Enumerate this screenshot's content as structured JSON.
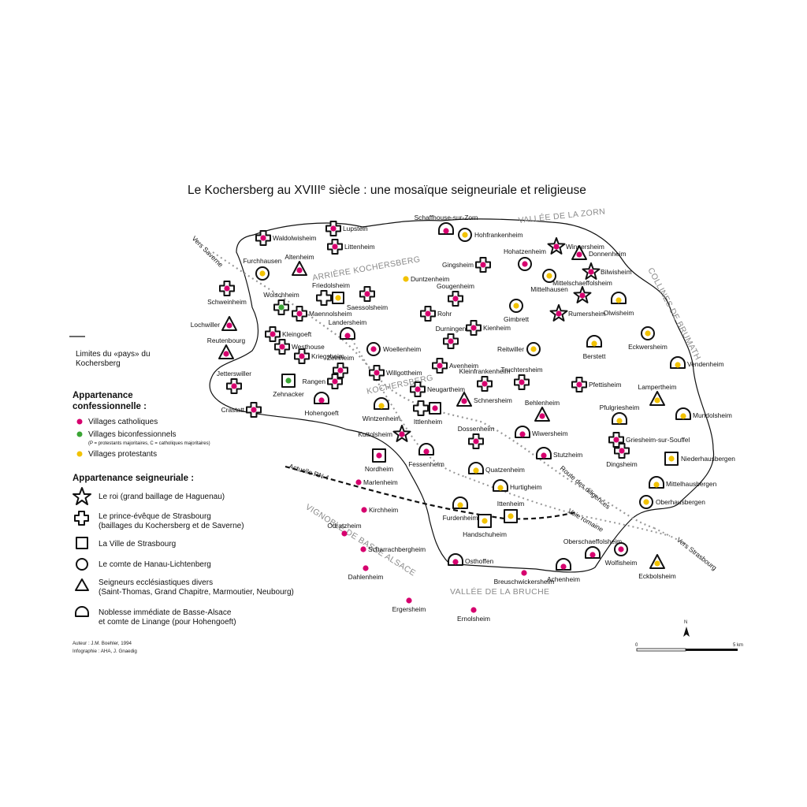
{
  "title": {
    "main": "Le Kochersberg au XVIII",
    "sup": "e",
    "rest": " siècle : une mosaïque seigneuriale et religieuse"
  },
  "colors": {
    "catholic": "#d6006e",
    "biconfessional": "#3aa535",
    "protestant": "#f2c200",
    "outline": "#111111",
    "region": "#8a8a8a"
  },
  "regions": {
    "vallee_zorn": "VALLÉE DE LA ZORN",
    "arriere_kochersberg": "ARRIÈRE KOCHERSBERG",
    "kochersberg": "KOCHERSBERG",
    "collines_brumath": "COLLINES DE BRUMATH",
    "vignoble": "VIGNOBLE DE BASSE ALSACE",
    "vallee_bruche": "VALLÉE DE LA BRUCHE"
  },
  "roads": {
    "vers_saverne": "Vers Saverne",
    "vers_strasbourg": "Vers Strasbourg",
    "rn4": "Actuelle RN 4",
    "diligences": "Route des diligences",
    "voie_romaine": "Voie romaine"
  },
  "legend": {
    "limits": "Limites du «pays» du",
    "limits2": "Kochersberg",
    "conf_head1": "Appartenance",
    "conf_head2": "confessionnelle :",
    "catholic": "Villages catholiques",
    "biconf": "Villages biconfessionnels",
    "biconf_note": "(P = protestants majoritaires, C = catholiques majoritaires)",
    "protestant": "Villages protestants",
    "seig_head": "Appartenance seigneuriale :",
    "roi": "Le roi (grand baillage de Haguenau)",
    "eveque1": "Le prince-évêque de Strasbourg",
    "eveque2": "(baillages du Kochersberg et de Saverne)",
    "ville": "La Ville de Strasbourg",
    "hanau": "Le comte de Hanau-Lichtenberg",
    "eccl1": "Seigneurs ecclésiastiques divers",
    "eccl2": "(Saint-Thomas, Grand Chapitre, Marmoutier, Neubourg)",
    "noblesse1": "Noblesse immédiate de Basse-Alsace",
    "noblesse2": "et comte de Linange (pour Hohengoeft)"
  },
  "credits": {
    "author": "Auteur : J.M. Boehler, 1994",
    "info": "Infographie : AHA, J. Gnaedig"
  },
  "scale": {
    "start": "0",
    "end": "5 km",
    "north": "N"
  },
  "villages": [
    {
      "name": "Lupstein",
      "sym": "cross",
      "conf": "c"
    },
    {
      "name": "Waldolwisheim",
      "sym": "cross",
      "conf": "c"
    },
    {
      "name": "Littenheim",
      "sym": "cross",
      "conf": "c"
    },
    {
      "name": "Schaffhouse-sur-Zorn",
      "sym": "dome",
      "conf": "c"
    },
    {
      "name": "Hohfrankenheim",
      "sym": "circle",
      "conf": "p"
    },
    {
      "name": "Wingersheim",
      "sym": "star",
      "conf": "c"
    },
    {
      "name": "Donnenheim",
      "sym": "triangle",
      "conf": "c"
    },
    {
      "name": "Furchhausen",
      "sym": "circle",
      "conf": "p"
    },
    {
      "name": "Altenheim",
      "sym": "triangle",
      "conf": "c"
    },
    {
      "name": "Gingsheim",
      "sym": "cross",
      "conf": "c"
    },
    {
      "name": "Hohatzenheim",
      "sym": "circle",
      "conf": "c"
    },
    {
      "name": "Bilwisheim",
      "sym": "star",
      "conf": "c"
    },
    {
      "name": "Friedolsheim",
      "sym": "crossbox",
      "conf": "p"
    },
    {
      "name": "Duntzenheim",
      "sym": "none",
      "conf": "p"
    },
    {
      "name": "Mittelhausen",
      "sym": "circle",
      "conf": "p"
    },
    {
      "name": "Mittelschaeffolsheim",
      "sym": "star",
      "conf": "c"
    },
    {
      "name": "Schweinheim",
      "sym": "cross",
      "conf": "c"
    },
    {
      "name": "Wolschheim",
      "sym": "cross",
      "conf": "b"
    },
    {
      "name": "Saessolsheim",
      "sym": "cross",
      "conf": "c"
    },
    {
      "name": "Gougenheim",
      "sym": "cross",
      "conf": "c"
    },
    {
      "name": "Olwisheim",
      "sym": "dome",
      "conf": "p"
    },
    {
      "name": "Maennolsheim",
      "sym": "cross",
      "conf": "c"
    },
    {
      "name": "Rohr",
      "sym": "cross",
      "conf": "c"
    },
    {
      "name": "Gimbrett",
      "sym": "circle",
      "conf": "p"
    },
    {
      "name": "Rumersheim",
      "sym": "star",
      "conf": "c"
    },
    {
      "name": "Lochwiller",
      "sym": "triangle",
      "conf": "c"
    },
    {
      "name": "Kleingoeft",
      "sym": "cross",
      "conf": "c"
    },
    {
      "name": "Landersheim",
      "sym": "dome",
      "conf": "c"
    },
    {
      "name": "Kienheim",
      "sym": "cross",
      "conf": "c"
    },
    {
      "name": "Reutenbourg",
      "sym": "triangle",
      "conf": "c"
    },
    {
      "name": "Westhouse",
      "sym": "cross",
      "conf": "c"
    },
    {
      "name": "Durningen",
      "sym": "cross",
      "conf": "c"
    },
    {
      "name": "Woellenheim",
      "sym": "circle",
      "conf": "c"
    },
    {
      "name": "Reitwiller",
      "sym": "circle",
      "conf": "p"
    },
    {
      "name": "Berstett",
      "sym": "dome",
      "conf": "p"
    },
    {
      "name": "Eckwersheim",
      "sym": "circle",
      "conf": "p"
    },
    {
      "name": "Kriegsheim",
      "sym": "cross",
      "conf": "c"
    },
    {
      "name": "Zeinheim",
      "sym": "cross",
      "conf": "c"
    },
    {
      "name": "Willgottheim",
      "sym": "cross",
      "conf": "c"
    },
    {
      "name": "Avenheim",
      "sym": "cross",
      "conf": "c"
    },
    {
      "name": "Vendenheim",
      "sym": "dome",
      "conf": "p"
    },
    {
      "name": "Kleinfrankenheim",
      "sym": "cross",
      "conf": "c"
    },
    {
      "name": "Truchtersheim",
      "sym": "cross",
      "conf": "c"
    },
    {
      "name": "Pfettisheim",
      "sym": "cross",
      "conf": "c"
    },
    {
      "name": "Jetterswiller",
      "sym": "cross",
      "conf": "c"
    },
    {
      "name": "Zehnacker",
      "sym": "square",
      "conf": "b"
    },
    {
      "name": "Rangen",
      "sym": "cross",
      "conf": "c"
    },
    {
      "name": "Neugartheim",
      "sym": "cross",
      "conf": "c"
    },
    {
      "name": "Lampertheim",
      "sym": "triangle",
      "conf": "p"
    },
    {
      "name": "Schnersheim",
      "sym": "triangle",
      "conf": "c"
    },
    {
      "name": "Ittlenheim",
      "sym": "crossbox",
      "conf": "c"
    },
    {
      "name": "Crastatt",
      "sym": "cross",
      "conf": "c"
    },
    {
      "name": "Hohengoeft",
      "sym": "dome",
      "conf": "c"
    },
    {
      "name": "Wintzenheim",
      "sym": "dome",
      "conf": "p"
    },
    {
      "name": "Behlenheim",
      "sym": "triangle",
      "conf": "c"
    },
    {
      "name": "Pfulgriesheim",
      "sym": "dome",
      "conf": "p"
    },
    {
      "name": "Mundolsheim",
      "sym": "dome",
      "conf": "p"
    },
    {
      "name": "Kuttolsheim",
      "sym": "star",
      "conf": "c"
    },
    {
      "name": "Dossenheim",
      "sym": "cross",
      "conf": "c"
    },
    {
      "name": "Wiwersheim",
      "sym": "dome",
      "conf": "c"
    },
    {
      "name": "Griesheim-sur-Souffel",
      "sym": "cross",
      "conf": "c"
    },
    {
      "name": "Fessenheim",
      "sym": "dome",
      "conf": "c"
    },
    {
      "name": "Stutzheim",
      "sym": "dome",
      "conf": "c"
    },
    {
      "name": "Dingsheim",
      "sym": "cross",
      "conf": "c"
    },
    {
      "name": "Nordheim",
      "sym": "square",
      "conf": "c"
    },
    {
      "name": "Quatzenheim",
      "sym": "dome",
      "conf": "p"
    },
    {
      "name": "Niederhausbergen",
      "sym": "square",
      "conf": "p"
    },
    {
      "name": "Marlenheim",
      "sym": "none",
      "conf": "c"
    },
    {
      "name": "Hurtigheim",
      "sym": "dome",
      "conf": "p"
    },
    {
      "name": "Mittelhausbergen",
      "sym": "dome",
      "conf": "p"
    },
    {
      "name": "Kirchheim",
      "sym": "none",
      "conf": "c"
    },
    {
      "name": "Furdenheim",
      "sym": "dome",
      "conf": "p"
    },
    {
      "name": "Ittenheim",
      "sym": "square",
      "conf": "p"
    },
    {
      "name": "Oberhausbergen",
      "sym": "circle",
      "conf": "p"
    },
    {
      "name": "Handschuheim",
      "sym": "square",
      "conf": "p"
    },
    {
      "name": "Odratzheim",
      "sym": "none",
      "conf": "c"
    },
    {
      "name": "Oberschaeffolsheim",
      "sym": "dome",
      "conf": "c"
    },
    {
      "name": "Wolfisheim",
      "sym": "circle",
      "conf": "c"
    },
    {
      "name": "Scharrachbergheim",
      "sym": "none",
      "conf": "c"
    },
    {
      "name": "Osthoffen",
      "sym": "dome",
      "conf": "c"
    },
    {
      "name": "Dahlenheim",
      "sym": "none",
      "conf": "c"
    },
    {
      "name": "Breuschwickersheim",
      "sym": "none",
      "conf": "c"
    },
    {
      "name": "Achenheim",
      "sym": "dome",
      "conf": "c"
    },
    {
      "name": "Eckbolsheim",
      "sym": "triangle",
      "conf": "p"
    },
    {
      "name": "Ergersheim",
      "sym": "none",
      "conf": "c"
    },
    {
      "name": "Ernolsheim",
      "sym": "none",
      "conf": "c"
    }
  ]
}
